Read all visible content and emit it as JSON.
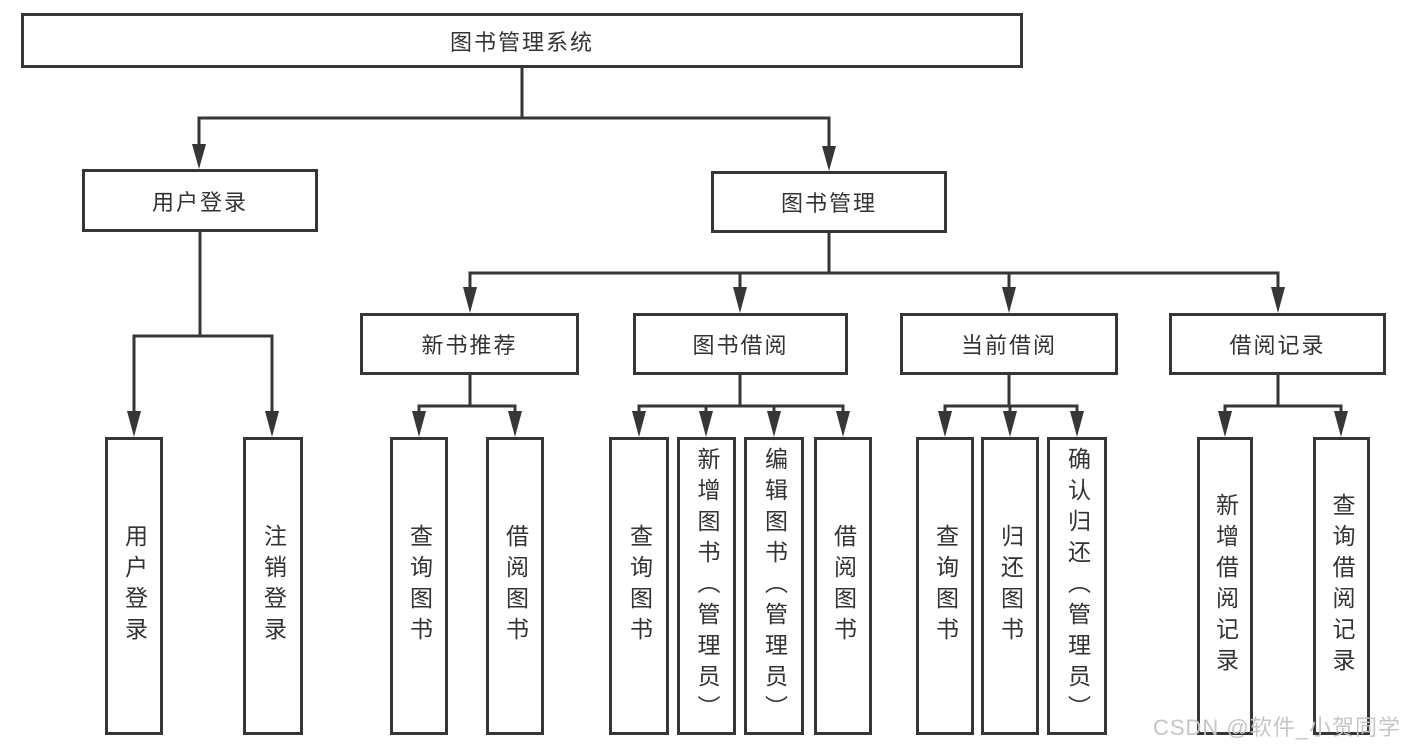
{
  "tree": {
    "label": "图书管理系统",
    "children": [
      {
        "label": "用户登录",
        "children": [
          {
            "label": "用户登录"
          },
          {
            "label": "注销登录"
          }
        ]
      },
      {
        "label": "图书管理",
        "children": [
          {
            "label": "新书推荐",
            "children": [
              {
                "label": "查询图书"
              },
              {
                "label": "借阅图书"
              }
            ]
          },
          {
            "label": "图书借阅",
            "children": [
              {
                "label": "查询图书"
              },
              {
                "label": "新增图书（管理员）"
              },
              {
                "label": "编辑图书（管理员）"
              },
              {
                "label": "借阅图书"
              }
            ]
          },
          {
            "label": "当前借阅",
            "children": [
              {
                "label": "查询图书"
              },
              {
                "label": "归还图书"
              },
              {
                "label": "确认归还（管理员）"
              }
            ]
          },
          {
            "label": "借阅记录",
            "children": [
              {
                "label": "新增借阅记录"
              },
              {
                "label": "查询借阅记录"
              }
            ]
          }
        ]
      }
    ]
  },
  "watermark": {
    "text": "CSDN @软件_小贺同学"
  },
  "colors": {
    "line": "#363636",
    "box_border": "#363636",
    "text": "#333333",
    "watermark": "#c6c6c6",
    "background": "#ffffff"
  }
}
